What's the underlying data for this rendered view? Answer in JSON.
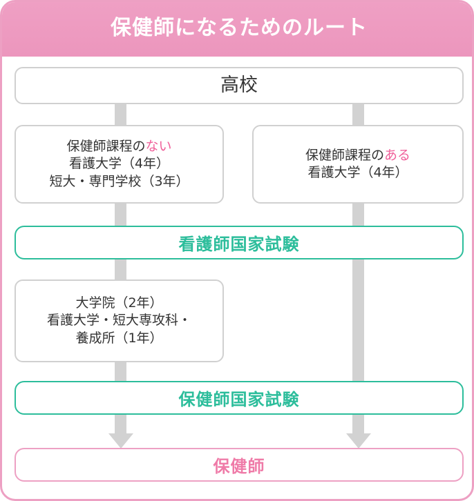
{
  "header": {
    "title": "保健師になるためのルート",
    "background_color": "#eda0c3",
    "text_color": "#ffffff"
  },
  "colors": {
    "frame_border": "#eda0c3",
    "box_border": "#d0d0d0",
    "connector": "#d2d2d2",
    "exam_green": "#2cbd9b",
    "goal_pink": "#ef7ba8",
    "accent_pink": "#f0609a",
    "body_text": "#333333"
  },
  "flowchart": {
    "type": "flowchart",
    "orientation": "top-to-bottom",
    "nodes": [
      {
        "id": "highschool",
        "label": "高校",
        "style": "plain",
        "lines": [
          "高校"
        ]
      },
      {
        "id": "no-program",
        "style": "plain",
        "lines": [
          "保健師課程のない",
          "看護大学（4年）",
          "短大・専門学校（3年）"
        ],
        "line1_prefix": "保健師課程の",
        "line1_accent": "ない",
        "line2": "看護大学（4年）",
        "line3": "短大・専門学校（3年）"
      },
      {
        "id": "with-program",
        "style": "plain",
        "lines": [
          "保健師課程のある",
          "看護大学（4年）"
        ],
        "line1_prefix": "保健師課程の",
        "line1_accent": "ある",
        "line2": "看護大学（4年）"
      },
      {
        "id": "nurse-exam",
        "label": "看護師国家試験",
        "style": "exam-green"
      },
      {
        "id": "graduate",
        "style": "plain",
        "lines": [
          "大学院（2年）",
          "看護大学・短大専攻科・",
          "養成所（1年）"
        ],
        "line1": "大学院（2年）",
        "line2": "看護大学・短大専攻科・",
        "line3": "養成所（1年）"
      },
      {
        "id": "health-nurse-exam",
        "label": "保健師国家試験",
        "style": "exam-green"
      },
      {
        "id": "goal",
        "label": "保健師",
        "style": "goal-pink"
      }
    ],
    "edges": [
      {
        "from": "highschool",
        "to": "no-program",
        "arrow": false
      },
      {
        "from": "highschool",
        "to": "with-program",
        "arrow": false
      },
      {
        "from": "no-program",
        "to": "nurse-exam",
        "arrow": false
      },
      {
        "from": "with-program",
        "to": "nurse-exam",
        "arrow": false
      },
      {
        "from": "nurse-exam",
        "to": "graduate",
        "arrow": false
      },
      {
        "from": "nurse-exam",
        "to": "health-nurse-exam",
        "arrow": false
      },
      {
        "from": "graduate",
        "to": "health-nurse-exam",
        "arrow": false
      },
      {
        "from": "health-nurse-exam",
        "to": "goal",
        "arrow": true
      },
      {
        "from": "health-nurse-exam",
        "to": "goal",
        "arrow": true
      }
    ]
  }
}
